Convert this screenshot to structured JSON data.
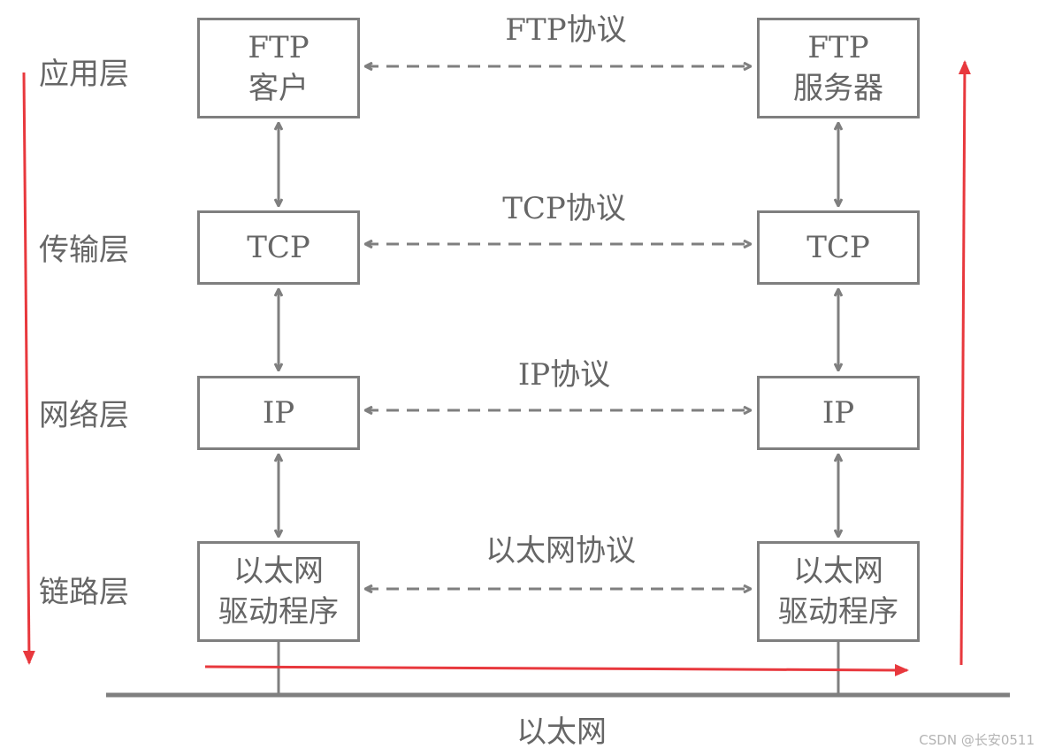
{
  "layers": [
    "应用层",
    "传输层",
    "网络层",
    "链路层"
  ],
  "client_stack": [
    [
      "FTP",
      "客户"
    ],
    [
      "TCP"
    ],
    [
      "IP"
    ],
    [
      "以太网",
      "驱动程序"
    ]
  ],
  "server_stack": [
    [
      "FTP",
      "服务器"
    ],
    [
      "TCP"
    ],
    [
      "IP"
    ],
    [
      "以太网",
      "驱动程序"
    ]
  ],
  "protocols": [
    "FTP协议",
    "TCP协议",
    "IP协议",
    "以太网协议"
  ],
  "ethernet": "以太网",
  "watermark": "CSDN @长安0511",
  "colors": {
    "box_border": "#7f7f7f",
    "text": "#666666",
    "flow_arrow": "#e8383d"
  }
}
